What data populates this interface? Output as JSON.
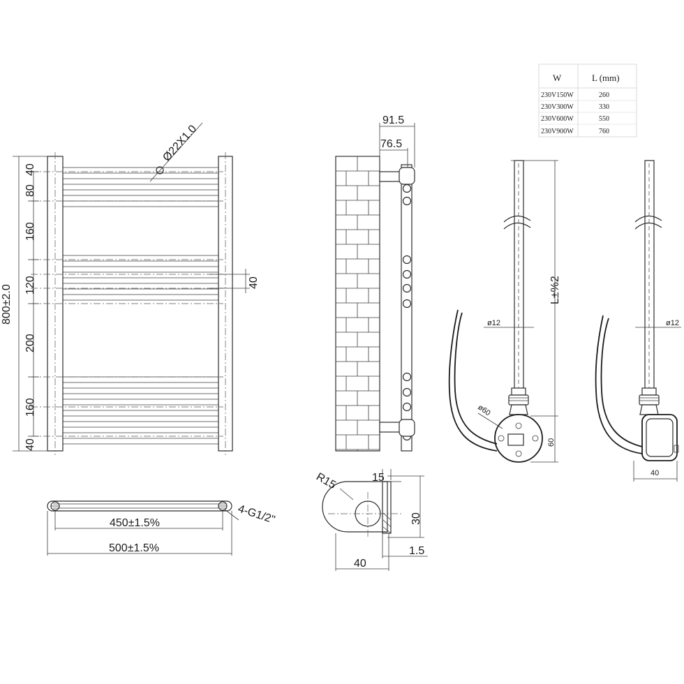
{
  "front_view": {
    "pipe_spec": "Ø22X1.0",
    "height_label": "800±2.0",
    "spacing_labels": [
      "40",
      "80",
      "160",
      "120",
      "200",
      "160",
      "40"
    ],
    "offset_label": "40"
  },
  "top_view": {
    "connection_label": "4-G1/2\"",
    "centers_label": "450±1.5%",
    "width_label": "500±1.5%"
  },
  "side_view": {
    "depth_outer": "91.5",
    "depth_inner": "76.5"
  },
  "bracket_view": {
    "radius_label": "R15",
    "width_top": "15",
    "height_label": "30",
    "width_bottom": "40",
    "thickness_label": "1.5"
  },
  "element_front": {
    "rod_diameter": "ø12",
    "length_label": "L±%2",
    "head_diameter": "ø60",
    "head_height": "60"
  },
  "element_side": {
    "rod_diameter": "ø12",
    "head_depth": "40"
  },
  "spec_table": {
    "headers": [
      "W",
      "L (mm)"
    ],
    "rows": [
      {
        "w": "230V150W",
        "l": "260"
      },
      {
        "w": "230V300W",
        "l": "330"
      },
      {
        "w": "230V600W",
        "l": "550"
      },
      {
        "w": "230V900W",
        "l": "760"
      }
    ]
  }
}
